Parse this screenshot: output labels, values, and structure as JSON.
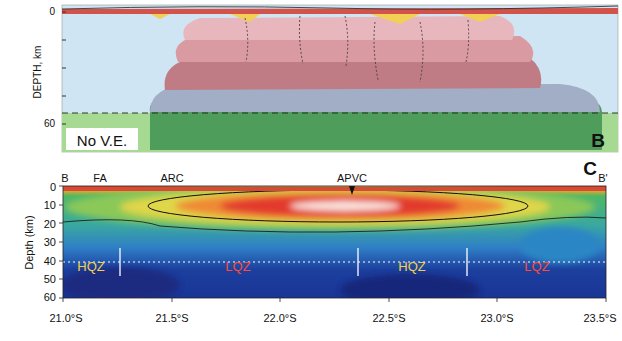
{
  "diagram": {
    "labels": [
      "DEPTH, km",
      "0",
      "60",
      "No V.E.",
      "B",
      "B",
      "FA",
      "ARC",
      "APVC",
      "B'",
      "C",
      "0",
      "10",
      "20",
      "30",
      "40",
      "50",
      "60",
      "Depth (km)",
      "HQZ",
      "LQZ",
      "HQZ",
      "LQZ",
      "21.0°S",
      "21.5°S",
      "22.0°S",
      "22.5°S",
      "23.0°S",
      "23.5°S"
    ]
  }
}
